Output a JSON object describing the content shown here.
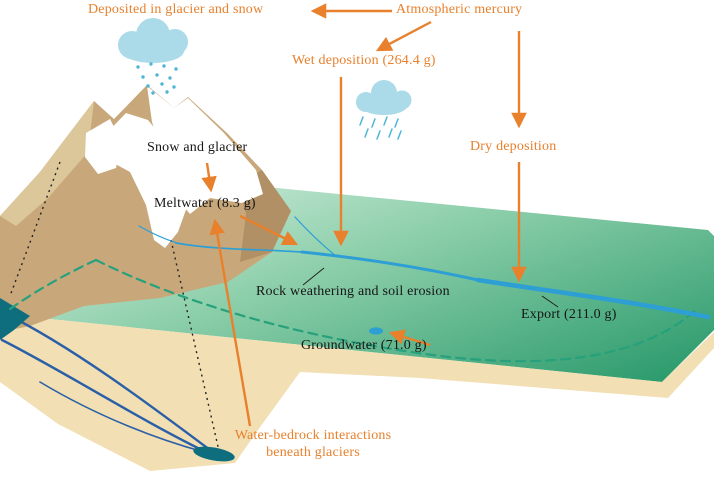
{
  "diagram": {
    "labels": {
      "deposited_in_glacier": "Deposited in glacier and snow",
      "atmospheric_mercury": "Atmospheric mercury",
      "wet_deposition": "Wet deposition (264.4 g)",
      "dry_deposition": "Dry deposition",
      "snow_and_glacier": "Snow and glacier",
      "meltwater": "Meltwater (8.3 g)",
      "rock_weathering": "Rock weathering and soil erosion",
      "export": "Export (211.0 g)",
      "groundwater": "Groundwater (71.0 g)",
      "water_bedrock": "Water-bedrock interactions beneath glaciers"
    },
    "fluxes_g": {
      "wet_deposition": 264.4,
      "meltwater": 8.3,
      "export": 211.0,
      "groundwater": 71.0
    },
    "colors": {
      "arrow_orange": "#E8802C",
      "label_text": "#151515",
      "ground_tan": "#F2DFB3",
      "mountain": "#C8A87B",
      "mountain_light": "#DCC79B",
      "mountain_dark": "#B29066",
      "snow_white": "#FFFFFF",
      "plain_light": "#E0F3E9",
      "plain_dark": "#2E9C6E",
      "river_blue": "#2D9FD4",
      "boundary_green": "#27A07C",
      "cloud_blue": "#ABDAE9",
      "precip_blue": "#4FB6D8",
      "groundwater_blue": "#2A5FA8",
      "outlet_teal": "#0E6E7E"
    }
  }
}
